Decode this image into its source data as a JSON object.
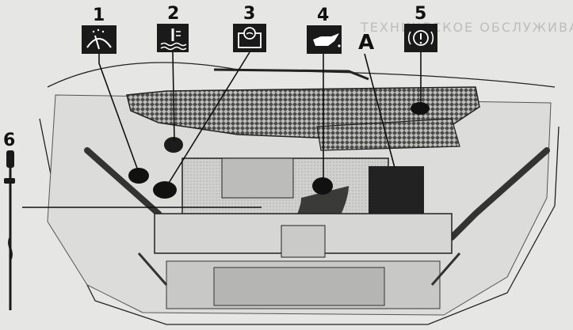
{
  "callouts": [
    {
      "id": "1",
      "icon": "windscreen-washer-icon"
    },
    {
      "id": "2",
      "icon": "coolant-temperature-icon"
    },
    {
      "id": "3",
      "icon": "brake-fluid-reservoir-icon"
    },
    {
      "id": "4",
      "icon": "engine-oil-can-icon"
    },
    {
      "id": "5",
      "icon": "brake-warning-icon"
    },
    {
      "id": "A",
      "icon": ""
    },
    {
      "id": "6",
      "icon": "oil-dipstick-icon"
    }
  ],
  "watermark": "ТЕХНИЧЕСКОЕ ОБСЛУЖИВАНИЕ",
  "colors": {
    "paper": "#e6e6e4",
    "ink": "#111111",
    "icon_bg": "#1a1a1a",
    "icon_fg": "#ffffff"
  }
}
